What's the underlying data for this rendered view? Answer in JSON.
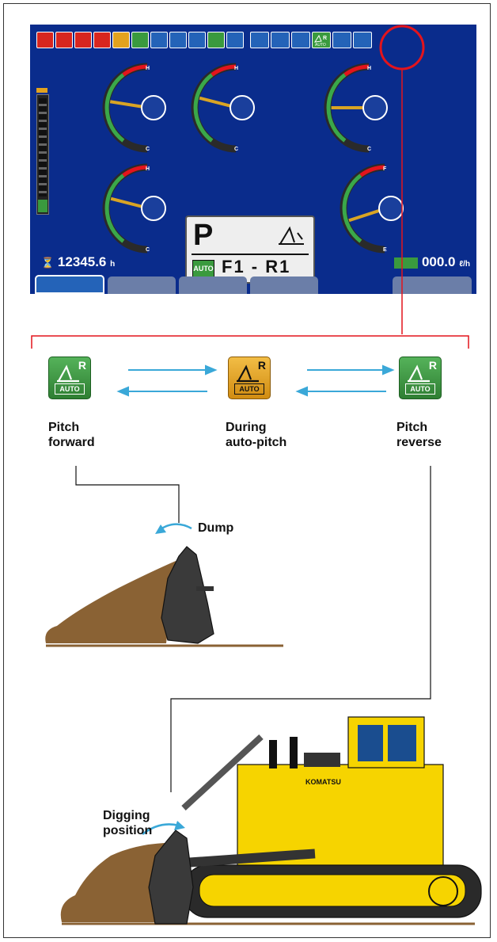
{
  "monitor": {
    "gauges": [
      {
        "name": "engine-coolant-temp",
        "top": "H",
        "bottom": "C",
        "level": 0.45
      },
      {
        "name": "power-train-oil-temp",
        "top": "H",
        "bottom": "C",
        "level": 0.42
      },
      {
        "name": "hydraulic-oil-temp",
        "top": "H",
        "bottom": "C",
        "level": 0.5
      },
      {
        "name": "torque-converter-oil-temp",
        "top": "H",
        "bottom": "C",
        "level": 0.42
      },
      {
        "name": "fuel-level",
        "top": "F",
        "bottom": "E",
        "level": 0.6
      }
    ],
    "mode_letter": "P",
    "auto_badge": "AUTO",
    "gear_shift": "F1 - R1",
    "hour_meter": "12345.6",
    "hour_unit": "h",
    "fuel_rate": "000.0",
    "fuel_unit": "ℓ/h",
    "auto_pitch_icon_r": "R",
    "auto_pitch_icon_label": "AUTO"
  },
  "states": [
    {
      "label": "Pitch\nforward",
      "tile_r": "R",
      "tile_label": "AUTO",
      "color": "#3a9a3e"
    },
    {
      "label": "During\nauto-pitch",
      "tile_r": "R",
      "tile_label": "AUTO",
      "color": "#e2a21e"
    },
    {
      "label": "Pitch\nreverse",
      "tile_r": "R",
      "tile_label": "AUTO",
      "color": "#3a9a3e"
    }
  ],
  "dump_label": "Dump",
  "digging_label": "Digging\nposition",
  "brand": "KOMATSU",
  "colors": {
    "machine_yellow": "#f6d400",
    "soil": "#8a6234",
    "arrow": "#3aa8d8",
    "highlight": "#e3141c"
  }
}
